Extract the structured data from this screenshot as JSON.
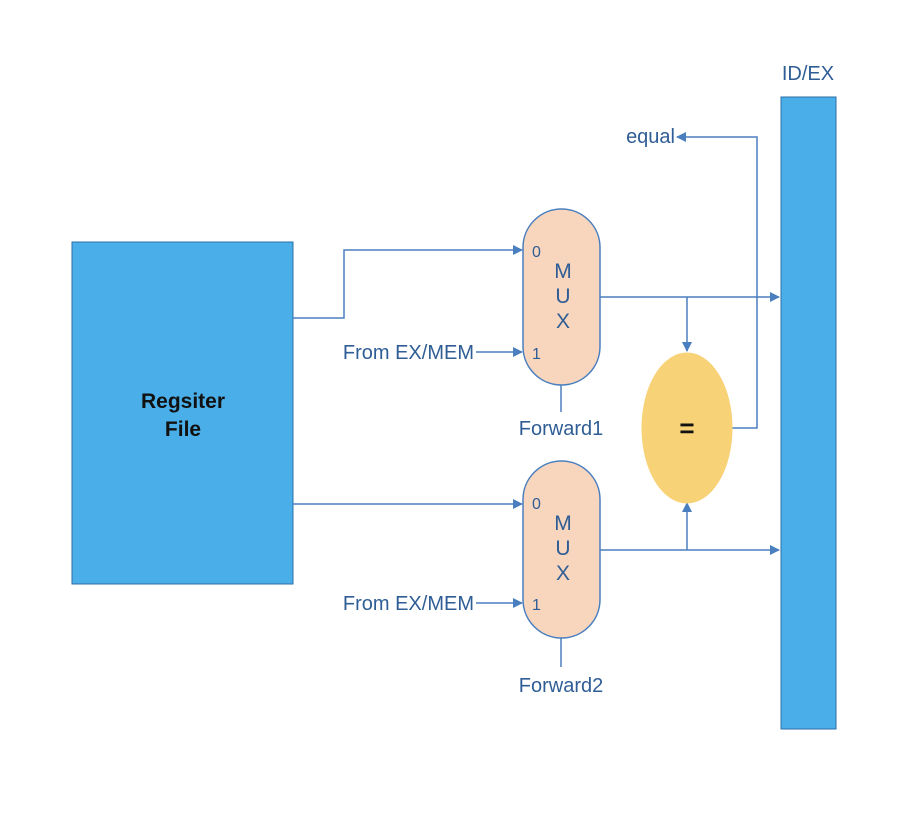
{
  "register_file": {
    "line1": "Regsiter",
    "line2": "File"
  },
  "pipeline_register": {
    "label": "ID/EX"
  },
  "mux1": {
    "letters": [
      "M",
      "U",
      "X"
    ],
    "port0": "0",
    "port1": "1",
    "input_label": "From EX/MEM",
    "control_label": "Forward1"
  },
  "mux2": {
    "letters": [
      "M",
      "U",
      "X"
    ],
    "port0": "0",
    "port1": "1",
    "input_label": "From EX/MEM",
    "control_label": "Forward2"
  },
  "comparator": {
    "symbol": "=",
    "output_label": "equal"
  },
  "colors": {
    "register_blue": "#4aaee8",
    "mux_fill": "#f8d6be",
    "comparator_fill": "#f7d276",
    "wire": "#4a7fbf",
    "label_text": "#2f5d95"
  }
}
